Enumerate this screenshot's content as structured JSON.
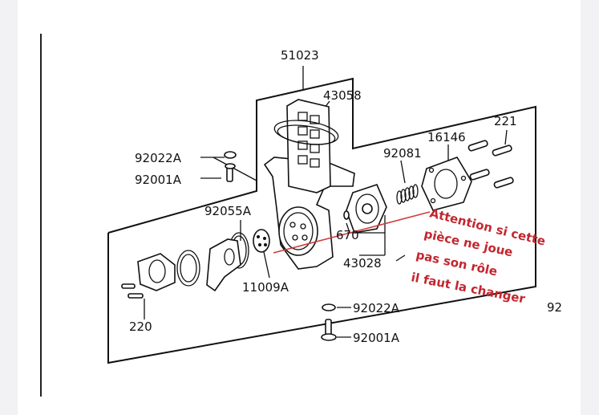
{
  "parts": {
    "p51023": "51023",
    "p43058": "43058",
    "p92022A_top": "92022A",
    "p92001A_top": "92001A",
    "p92081": "92081",
    "p16146": "16146",
    "p221": "221",
    "p92055A": "92055A",
    "p670": "670",
    "p43028": "43028",
    "p11009A": "11009A",
    "p220": "220",
    "p92022A_bottom": "92022A",
    "p92001A_bottom": "92001A",
    "p92_clipped": "92"
  },
  "annotation": {
    "line1": "Attention si cette",
    "line2": "pièce ne joue",
    "line3": "pas son rôle",
    "line4": "il faut la changer",
    "color": "#c3262e"
  }
}
